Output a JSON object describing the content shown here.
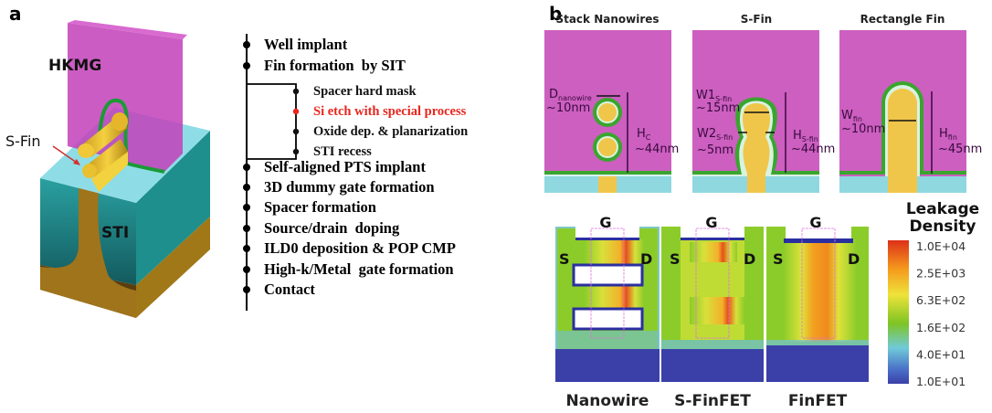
{
  "panel_a": {
    "label": "a",
    "gate_label": "HKMG",
    "fin_label": "S-Fin",
    "sti_label": "STI",
    "process_steps": [
      "Well implant",
      "Fin formation  by SIT",
      "Self-aligned PTS implant",
      "3D dummy gate formation",
      "Spacer formation",
      "Source/drain  doping",
      "ILD0 deposition & POP CMP",
      "High-k/Metal  gate formation",
      "Contact"
    ],
    "sub_steps": [
      {
        "text": "Spacer hard mask",
        "highlight": false
      },
      {
        "text": "Si etch with special process",
        "highlight": true
      },
      {
        "text": "Oxide dep. & planarization",
        "highlight": false
      },
      {
        "text": "STI recess",
        "highlight": false
      }
    ],
    "highlight_color": "#e8261f"
  },
  "panel_b": {
    "label": "b",
    "structures": [
      {
        "title": "Stack Nanowires",
        "w_label": "D",
        "w_sub": "nanowire",
        "w_value": "~10nm",
        "h_label": "H",
        "h_sub": "C",
        "h_value": "~44nm"
      },
      {
        "title": "S-Fin",
        "w_label": "W1",
        "w_sub": "S-fin",
        "w_value": "~15nm",
        "w2_label": "W2",
        "w2_sub": "S-fin",
        "w2_value": "~5nm",
        "h_label": "H",
        "h_sub": "S-fin",
        "h_value": "~44nm"
      },
      {
        "title": "Rectangle Fin",
        "w_label": "W",
        "w_sub": "fin",
        "w_value": "~10nm",
        "h_label": "H",
        "h_sub": "fin",
        "h_value": "~45nm"
      }
    ],
    "maps": [
      {
        "name": "Nanowire",
        "gate": "G",
        "source": "S",
        "drain": "D"
      },
      {
        "name": "S-FinFET",
        "gate": "G",
        "source": "S",
        "drain": "D"
      },
      {
        "name": "FinFET",
        "gate": "G",
        "source": "S",
        "drain": "D"
      }
    ],
    "colorbar": {
      "title_line1": "Leakage",
      "title_line2": "Density",
      "ticks": [
        "1.0E+04",
        "2.5E+03",
        "6.3E+02",
        "1.6E+02",
        "4.0E+01",
        "1.0E+01"
      ],
      "colors": [
        "#e0361c",
        "#f7a21a",
        "#e8e23a",
        "#7cc424",
        "#6cc8d8",
        "#3a4ab0"
      ]
    },
    "colors": {
      "gate": "#cc5fbf",
      "fin": "#f0c64a",
      "oxide": "#8fd8e0",
      "liner": "#3aa52e"
    }
  }
}
